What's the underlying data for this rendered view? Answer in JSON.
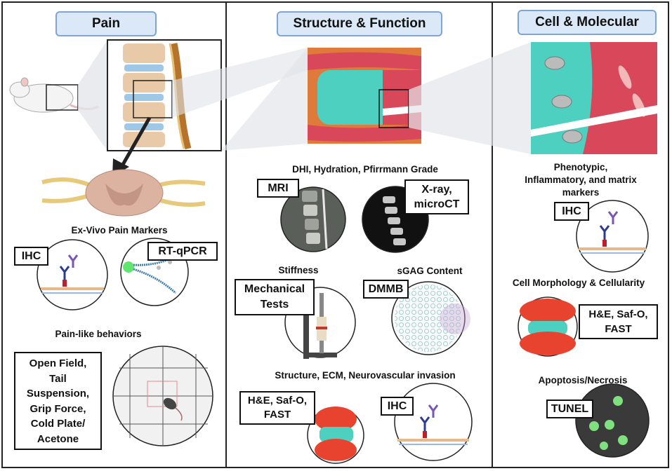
{
  "panels": {
    "pain": {
      "title": "Pain",
      "ex_vivo_label": "Ex-Vivo Pain Markers",
      "ihc": "IHC",
      "rtqpcr": "RT-qPCR",
      "behaviors_label": "Pain-like behaviors",
      "behaviors_box": "Open Field,\nTail\nSuspension,\nGrip Force,\nCold Plate/\nAcetone"
    },
    "structure": {
      "title": "Structure & Function",
      "dhi_label": "DHI, Hydration, Pfirrmann Grade",
      "mri": "MRI",
      "xray": "X-ray,\nmicroCT",
      "stiffness_label": "Stiffness",
      "sgag_label": "sGAG Content",
      "mech": "Mechanical\nTests",
      "dmmb": "DMMB",
      "ecm_label": "Structure, ECM, Neurovascular invasion",
      "he": "H&E, Saf-O,\nFAST",
      "ihc": "IHC"
    },
    "cell": {
      "title": "Cell & Molecular",
      "pheno_label": "Phenotypic,\nInflammatory, and matrix\nmarkers",
      "ihc": "IHC",
      "morph_label": "Cell Morphology & Cellularity",
      "he": "H&E, Saf-O,\nFAST",
      "apop_label": "Apoptosis/Necrosis",
      "tunel": "TUNEL"
    }
  },
  "colors": {
    "title_fill": "#dbe8f7",
    "title_border": "#7ea5d6",
    "tissue_red": "#d9485a",
    "tissue_teal": "#4ed0c0",
    "orange_bg": "#e07a3a"
  }
}
